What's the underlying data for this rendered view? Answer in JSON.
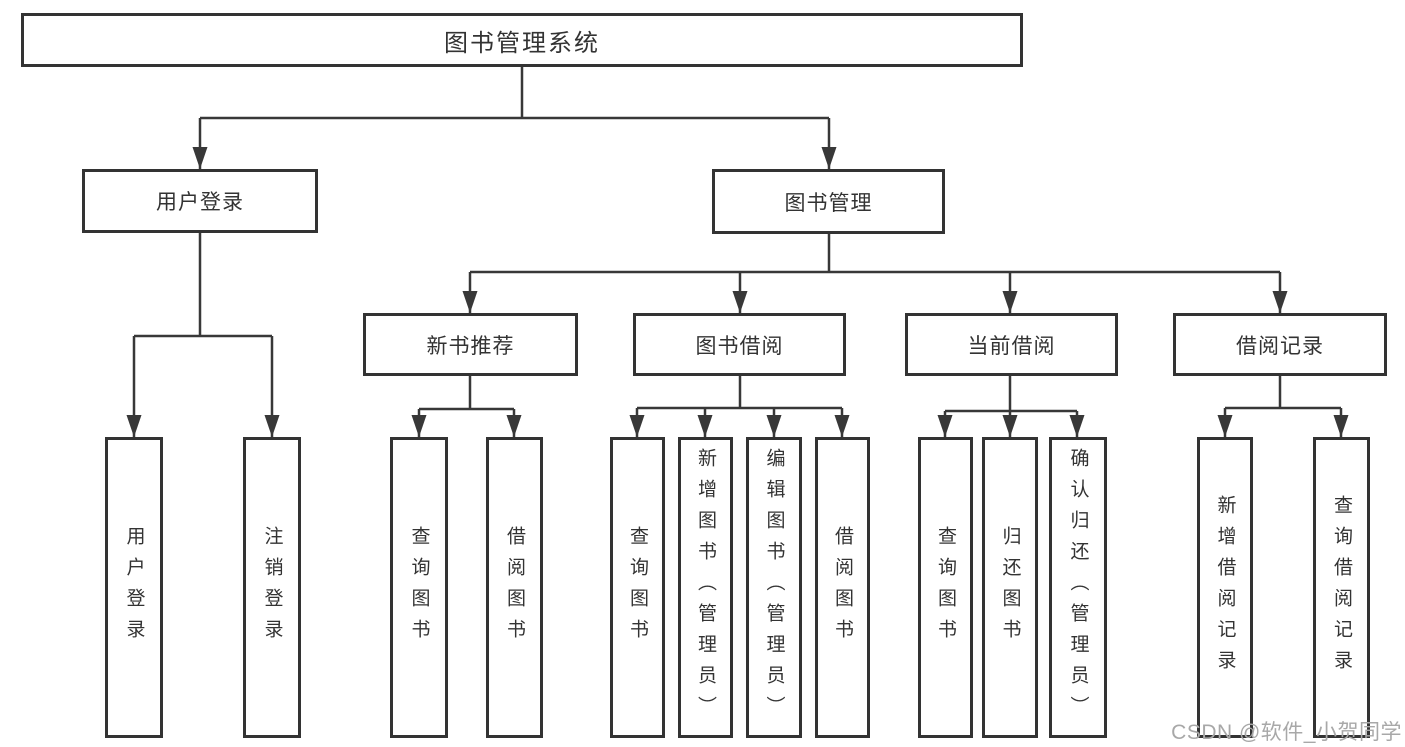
{
  "diagram_title": "图书管理系统",
  "colors": {
    "line": "#383838",
    "border": "#333333",
    "text": "#333333",
    "watermark": "#a8a8a8",
    "background": "#ffffff"
  },
  "nodes": {
    "root": {
      "label": "图书管理系统"
    },
    "level2": [
      {
        "label": "用户登录"
      },
      {
        "label": "图书管理"
      }
    ],
    "level3": [
      {
        "label": "新书推荐"
      },
      {
        "label": "图书借阅"
      },
      {
        "label": "当前借阅"
      },
      {
        "label": "借阅记录"
      }
    ],
    "leaves": {
      "user_login": [
        {
          "label": "用户登录"
        },
        {
          "label": "注销登录"
        }
      ],
      "new_books": [
        {
          "label": "查询图书"
        },
        {
          "label": "借阅图书"
        }
      ],
      "book_borrow": [
        {
          "label": "查询图书"
        },
        {
          "label": "新增图书（管理员）"
        },
        {
          "label": "编辑图书（管理员）"
        },
        {
          "label": "借阅图书"
        }
      ],
      "current_borrow": [
        {
          "label": "查询图书"
        },
        {
          "label": "归还图书"
        },
        {
          "label": "确认归还（管理员）"
        }
      ],
      "borrow_records": [
        {
          "label": "新增借阅记录"
        },
        {
          "label": "查询借阅记录"
        }
      ]
    }
  },
  "watermark": {
    "text": "CSDN @软件_小贺同学"
  }
}
